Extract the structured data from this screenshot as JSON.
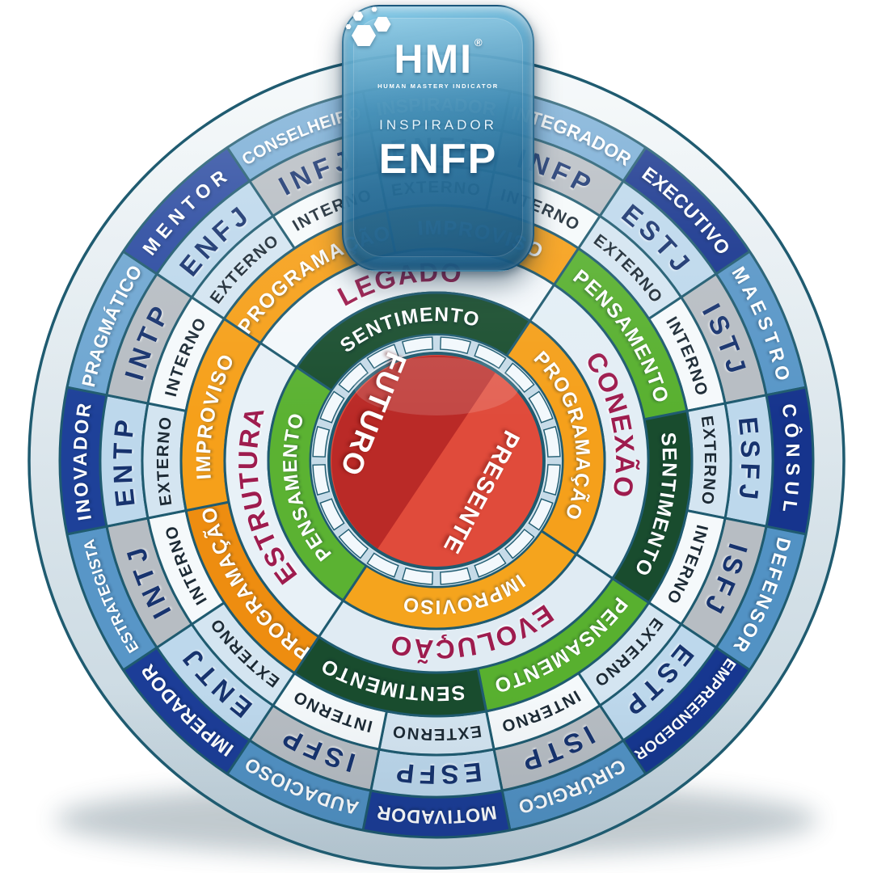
{
  "badge": {
    "logo_text": "HMI",
    "logo_registered": "®",
    "logo_subtitle": "HUMAN MASTERY INDICATOR",
    "type_label": "INSPIRADOR",
    "type_code": "ENFP"
  },
  "wheel": {
    "center_labels": {
      "upper_left": "FUTURO",
      "lower_right": "PRESENTE"
    },
    "quadrants": [
      {
        "label": "LEGADO",
        "start": -56.25,
        "end": 33.75,
        "bg": "#f3f8fb"
      },
      {
        "label": "CONEXÃO",
        "start": 33.75,
        "end": 123.75,
        "bg": "#e3eef5"
      },
      {
        "label": "EVOLUÇÃO",
        "start": 123.75,
        "end": 213.75,
        "bg": "#e0ebf3"
      },
      {
        "label": "ESTRUTURA",
        "start": 213.75,
        "end": 303.75,
        "bg": "#e8f1f7"
      }
    ],
    "functions_inner": [
      {
        "label": "SENTIMENTO",
        "start": -56.25,
        "end": 33.75,
        "color": "#1b4f30"
      },
      {
        "label": "PROGRAMAÇÃO",
        "start": 33.75,
        "end": 123.75,
        "color": "#f5a01b"
      },
      {
        "label": "IMPROVISO",
        "start": 123.75,
        "end": 213.75,
        "color": "#f5a41d"
      },
      {
        "label": "PENSAMENTO",
        "start": 213.75,
        "end": 303.75,
        "color": "#5bb232"
      }
    ],
    "functions_outer": [
      {
        "label": "IMPROVISO",
        "start": -11.25,
        "end": 33.75,
        "color": "#f6a01a"
      },
      {
        "label": "PENSAMENTO",
        "start": 33.75,
        "end": 78.75,
        "color": "#58b02f"
      },
      {
        "label": "SENTIMENTO",
        "start": 78.75,
        "end": 123.75,
        "color": "#194c2e"
      },
      {
        "label": "PENSAMENTO",
        "start": 123.75,
        "end": 168.75,
        "color": "#58b02f"
      },
      {
        "label": "SENTIMENTO",
        "start": 168.75,
        "end": 213.75,
        "color": "#194c2e"
      },
      {
        "label": "PROGRAMAÇÃO",
        "start": 213.75,
        "end": 258.75,
        "color": "#ee8d10"
      },
      {
        "label": "IMPROVISO",
        "start": 258.75,
        "end": 303.75,
        "color": "#f6a01a"
      },
      {
        "label": "PROGRAMAÇÃO",
        "start": 303.75,
        "end": 348.75,
        "color": "#f6a01a"
      }
    ],
    "sectors": [
      {
        "code": "ENFP",
        "role": "INSPIRADOR",
        "attention": "EXTERNO",
        "role_bg": "#77acd5"
      },
      {
        "code": "INFP",
        "role": "INTEGRADOR",
        "attention": "INTERNO",
        "role_bg": "#77acd5"
      },
      {
        "code": "ESTJ",
        "role": "EXECUTIVO",
        "attention": "EXTERNO",
        "role_bg": "#16348d"
      },
      {
        "code": "ISTJ",
        "role": "MAESTRO",
        "attention": "INTERNO",
        "role_bg": "#5896c7"
      },
      {
        "code": "ESFJ",
        "role": "CÔNSUL",
        "attention": "EXTERNO",
        "role_bg": "#16348d"
      },
      {
        "code": "ISFJ",
        "role": "DEFENSOR",
        "attention": "INTERNO",
        "role_bg": "#5292c4"
      },
      {
        "code": "ESTP",
        "role": "EMPREENDEDOR",
        "attention": "EXTERNO",
        "role_bg": "#173790"
      },
      {
        "code": "ISTP",
        "role": "CIRÚRGICO",
        "attention": "INTERNO",
        "role_bg": "#5292c4"
      },
      {
        "code": "ESFP",
        "role": "MOTIVADOR",
        "attention": "EXTERNO",
        "role_bg": "#1c3d97"
      },
      {
        "code": "ISFP",
        "role": "AUDACIOSO",
        "attention": "INTERNO",
        "role_bg": "#5292c4"
      },
      {
        "code": "ENTJ",
        "role": "IMPERADOR",
        "attention": "EXTERNO",
        "role_bg": "#1c3d97"
      },
      {
        "code": "INTJ",
        "role": "ESTRATEGISTA",
        "attention": "INTERNO",
        "role_bg": "#5896c7"
      },
      {
        "code": "ENTP",
        "role": "INOVADOR",
        "attention": "EXTERNO",
        "role_bg": "#1e4199"
      },
      {
        "code": "INTP",
        "role": "PRAGMÁTICO",
        "attention": "INTERNO",
        "role_bg": "#6ea6d1"
      },
      {
        "code": "ENFJ",
        "role": "MENTOR",
        "attention": "EXTERNO",
        "role_bg": "#2a4aa0"
      },
      {
        "code": "INFJ",
        "role": "CONSELHEIRO",
        "attention": "INTERNO",
        "role_bg": "#77acd5"
      }
    ],
    "colors": {
      "type_bg_introvert": "#b7bdc3",
      "type_bg_extrovert": "#bdd8ec",
      "type_text": "#17336e",
      "attention_bg_interno": "#f5f9fb",
      "attention_bg_externo": "#d4e5f1",
      "attention_text": "#1c2a35",
      "quadrant_text": "#9e1c4e",
      "stroke": "#1f5b70",
      "center_dark": "#ba2a27",
      "center_light": "#e04b3b",
      "tick_base": "#c6dbe8",
      "tick_fill": "#f2f8fc",
      "bezel_light": "#f4f8fa",
      "bezel_dark": "#c2d3dd"
    }
  }
}
